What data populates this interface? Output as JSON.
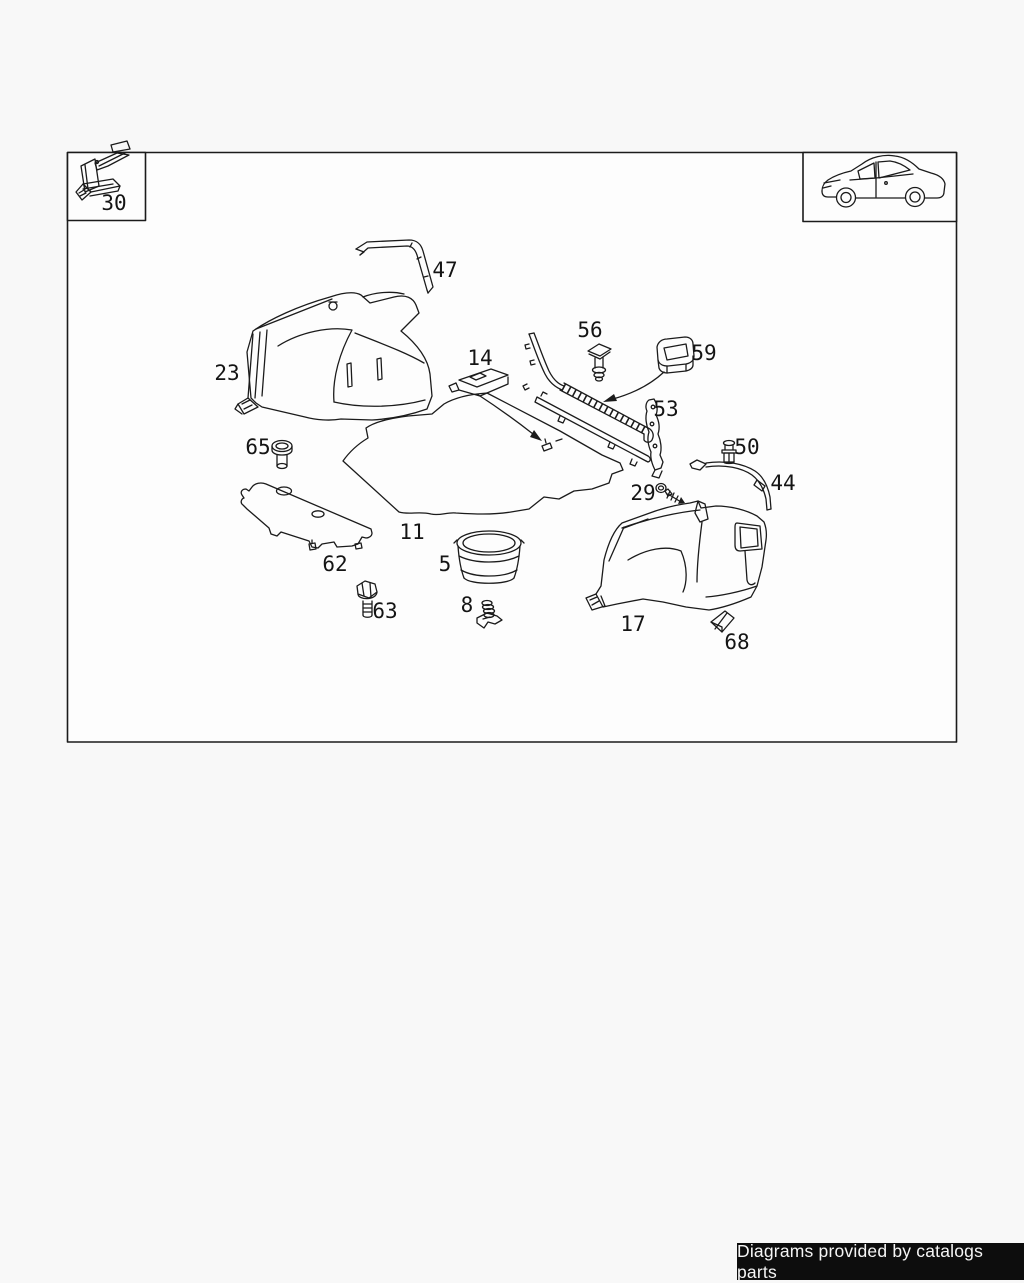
{
  "page": {
    "background": "#f8f8f8",
    "footer": {
      "text": "Diagrams provided by catalogs parts",
      "bg": "#0d0d0d",
      "fg": "#f5f5f5"
    }
  },
  "diagram": {
    "colors": {
      "line": "#1b1b1b",
      "paper": "#fdfdfd"
    },
    "parts": {
      "5": {
        "label": "5"
      },
      "8": {
        "label": "8"
      },
      "11": {
        "label": "11"
      },
      "14": {
        "label": "14"
      },
      "17": {
        "label": "17"
      },
      "23": {
        "label": "23"
      },
      "29": {
        "label": "29"
      },
      "30": {
        "label": "30"
      },
      "44": {
        "label": "44"
      },
      "47": {
        "label": "47"
      },
      "50": {
        "label": "50"
      },
      "53": {
        "label": "53"
      },
      "56": {
        "label": "56"
      },
      "59": {
        "label": "59"
      },
      "62": {
        "label": "62"
      },
      "63": {
        "label": "63"
      },
      "65": {
        "label": "65"
      },
      "68": {
        "label": "68"
      }
    }
  }
}
